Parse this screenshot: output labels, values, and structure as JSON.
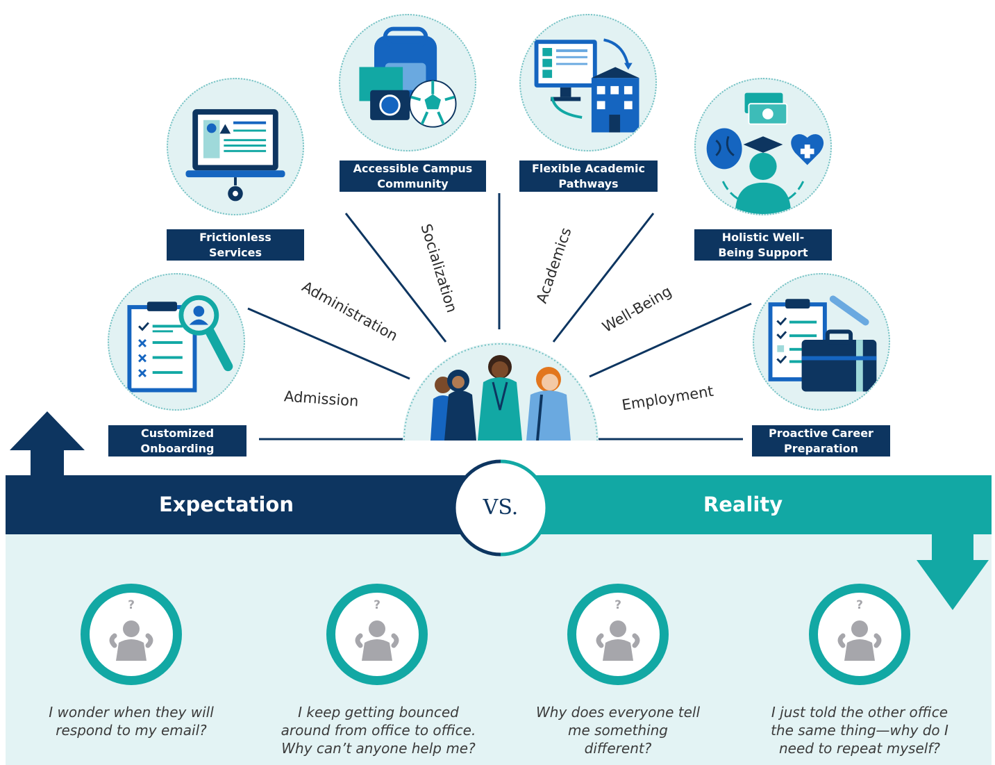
{
  "pillars": [
    {
      "id": "customized-onboarding",
      "label_lines": [
        "Customized",
        "Onboarding"
      ],
      "icon": "clipboard-magnifier-icon"
    },
    {
      "id": "frictionless-services",
      "label_lines": [
        "Frictionless",
        "Services"
      ],
      "icon": "laptop-gear-icon"
    },
    {
      "id": "accessible-campus-community",
      "label_lines": [
        "Accessible Campus",
        "Community"
      ],
      "icon": "backpack-camera-ball-icon"
    },
    {
      "id": "flexible-academic-pathways",
      "label_lines": [
        "Flexible Academic",
        "Pathways"
      ],
      "icon": "monitor-building-icon"
    },
    {
      "id": "holistic-well-being-support",
      "label_lines": [
        "Holistic Well-",
        "Being Support"
      ],
      "icon": "brain-money-heart-icon"
    },
    {
      "id": "proactive-career-preparation",
      "label_lines": [
        "Proactive Career",
        "Preparation"
      ],
      "icon": "clipboard-briefcase-icon"
    }
  ],
  "categories": {
    "admission": "Admission",
    "administration": "Administration",
    "socialization": "Socialization",
    "academics": "Academics",
    "well_being": "Well-Being",
    "employment": "Employment"
  },
  "center": {
    "icon": "students-group-icon"
  },
  "banner": {
    "expectation": "Expectation",
    "vs": "VS.",
    "reality": "Reality"
  },
  "quotes": [
    {
      "lines": [
        "I wonder when they will",
        "respond to my email?"
      ]
    },
    {
      "lines": [
        "I keep getting bounced",
        "around from office to office.",
        "Why can’t anyone help me?"
      ]
    },
    {
      "lines": [
        "Why does everyone tell",
        "me something",
        "different?"
      ]
    },
    {
      "lines": [
        "I just told the other office",
        "the same thing—why do I",
        "need to repeat myself?"
      ]
    }
  ],
  "persona": {
    "mark": "?",
    "icon": "confused-person-icon"
  },
  "colors": {
    "navy": "#0d3560",
    "teal": "#12a8a4",
    "light_teal": "#e3f3f4"
  }
}
